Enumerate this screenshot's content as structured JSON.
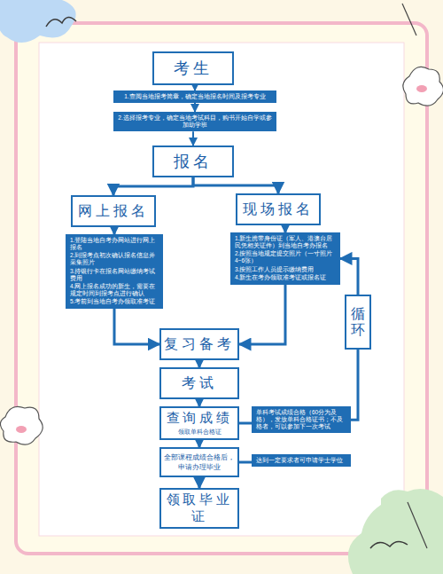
{
  "diagram": {
    "nodes": [
      {
        "text": [
          "考生"
        ]
      },
      {
        "text": [
          "1.查阅当地报考简章，确定当地报名时间及报考专业"
        ]
      },
      {
        "text": [
          "2.选择报考专业，确定当地考试科目，购书开始自学或参加助学班"
        ]
      },
      {
        "text": [
          "报名"
        ]
      },
      {
        "text": [
          "网上报名"
        ]
      },
      {
        "text": [
          "1.登陆当地自考办网站进行网上报名",
          "2.到报考点初次确认报名信息并采集照片",
          "3.持银行卡在报名网站缴纳考试费用",
          "4.网上报名成功的新生，需要在规定时间到报考点进行确认",
          "5.考前到当地自考办领取准考证"
        ]
      },
      {
        "text": [
          "现场报名"
        ]
      },
      {
        "text": [
          "1.新生携带身份证（军人、港澳台居民凭相关证件）到当地自考办报名",
          "2.按照当地规定提交照片（一寸照片4~6张）",
          "3.按照工作人员提示缴纳费用",
          "4.新生在考办领取准考证或报名证"
        ]
      },
      {
        "text": [
          "循环"
        ]
      },
      {
        "text": [
          "复习备考"
        ]
      },
      {
        "text": [
          "考试"
        ]
      },
      {
        "text": [
          "查询成绩",
          "领取单科合格证"
        ]
      },
      {
        "text": [
          "单科考试成绩合格（60分为及格），发放单科合格证书；不及格者，可以参加下一次考试"
        ]
      },
      {
        "text": [
          "全部课程成绩合格后，申请办理毕业"
        ]
      },
      {
        "text": [
          "达到一定要求者可申请学士学位"
        ]
      },
      {
        "text": [
          "领取毕业证"
        ]
      }
    ],
    "edges": [
      {
        "from": 0,
        "to": 1,
        "arrow": "to"
      },
      {
        "from": 1,
        "to": 2,
        "arrow": "to"
      },
      {
        "from": 2,
        "to": 3,
        "arrow": "to"
      },
      {
        "from": 3,
        "to": 4,
        "arrow": "to"
      },
      {
        "from": 3,
        "to": 6,
        "arrow": "to"
      },
      {
        "from": 4,
        "to": 5,
        "arrow": "to"
      },
      {
        "from": 6,
        "to": 7,
        "arrow": "to"
      },
      {
        "from": 5,
        "to": 9,
        "arrow": "to"
      },
      {
        "from": 7,
        "to": 9,
        "arrow": "to"
      },
      {
        "from": 9,
        "to": 10,
        "arrow": "to"
      },
      {
        "from": 10,
        "to": 11,
        "arrow": "to"
      },
      {
        "from": 11,
        "to": 13,
        "arrow": "to"
      },
      {
        "from": 13,
        "to": 15,
        "arrow": "to"
      },
      {
        "from": 11,
        "to": 12,
        "arrow": "none"
      },
      {
        "from": 13,
        "to": 14,
        "arrow": "none"
      },
      {
        "from": 12,
        "to": 8,
        "arrow": "none"
      },
      {
        "from": 8,
        "to": 7,
        "arrow": "to"
      }
    ]
  }
}
